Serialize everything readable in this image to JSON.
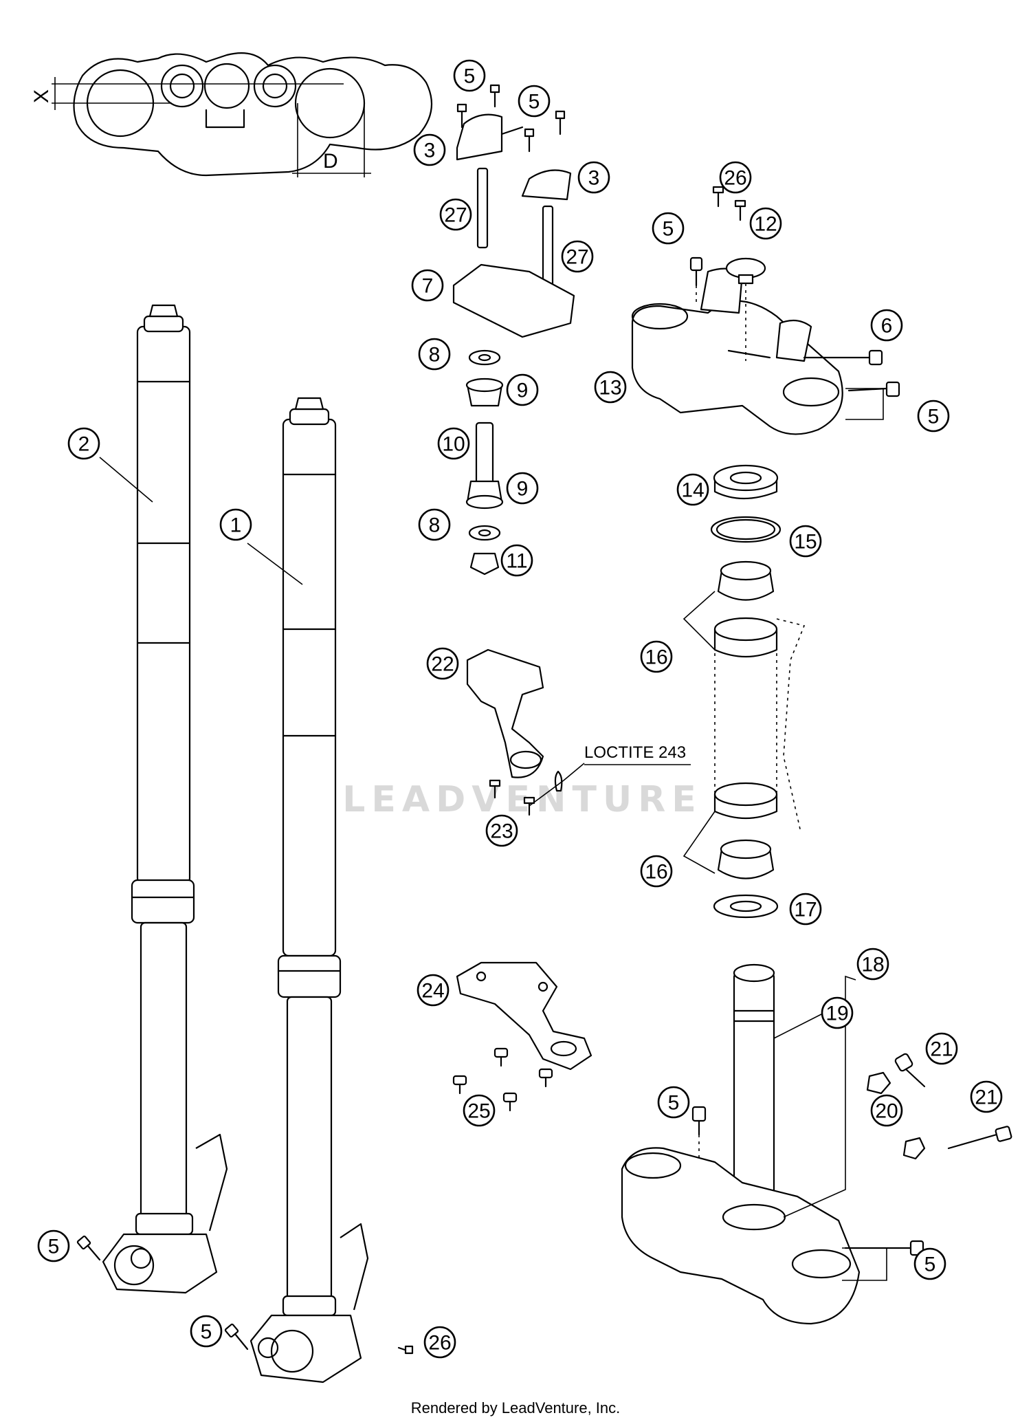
{
  "dimensions": {
    "x_label": "X",
    "d_label": "D"
  },
  "note": "LOCTITE 243",
  "footer": "Rendered by LeadVenture, Inc.",
  "watermark": "LEADVENTURE",
  "callouts": [
    {
      "id": "c1",
      "num": "1"
    },
    {
      "id": "c2",
      "num": "2"
    },
    {
      "id": "c3a",
      "num": "3"
    },
    {
      "id": "c3b",
      "num": "3"
    },
    {
      "id": "c5a",
      "num": "5"
    },
    {
      "id": "c5b",
      "num": "5"
    },
    {
      "id": "c5c",
      "num": "5"
    },
    {
      "id": "c5d",
      "num": "5"
    },
    {
      "id": "c5e",
      "num": "5"
    },
    {
      "id": "c5f",
      "num": "5"
    },
    {
      "id": "c5g",
      "num": "5"
    },
    {
      "id": "c5h",
      "num": "5"
    },
    {
      "id": "c5i",
      "num": "5"
    },
    {
      "id": "c6",
      "num": "6"
    },
    {
      "id": "c7",
      "num": "7"
    },
    {
      "id": "c8a",
      "num": "8"
    },
    {
      "id": "c8b",
      "num": "8"
    },
    {
      "id": "c9a",
      "num": "9"
    },
    {
      "id": "c9b",
      "num": "9"
    },
    {
      "id": "c10",
      "num": "10"
    },
    {
      "id": "c11",
      "num": "11"
    },
    {
      "id": "c12",
      "num": "12"
    },
    {
      "id": "c13",
      "num": "13"
    },
    {
      "id": "c14",
      "num": "14"
    },
    {
      "id": "c15",
      "num": "15"
    },
    {
      "id": "c16a",
      "num": "16"
    },
    {
      "id": "c16b",
      "num": "16"
    },
    {
      "id": "c17",
      "num": "17"
    },
    {
      "id": "c18",
      "num": "18"
    },
    {
      "id": "c19",
      "num": "19"
    },
    {
      "id": "c20",
      "num": "20"
    },
    {
      "id": "c21a",
      "num": "21"
    },
    {
      "id": "c21b",
      "num": "21"
    },
    {
      "id": "c22",
      "num": "22"
    },
    {
      "id": "c23",
      "num": "23"
    },
    {
      "id": "c24",
      "num": "24"
    },
    {
      "id": "c25",
      "num": "25"
    },
    {
      "id": "c26a",
      "num": "26"
    },
    {
      "id": "c26b",
      "num": "26"
    },
    {
      "id": "c27a",
      "num": "27"
    },
    {
      "id": "c27b",
      "num": "27"
    }
  ]
}
